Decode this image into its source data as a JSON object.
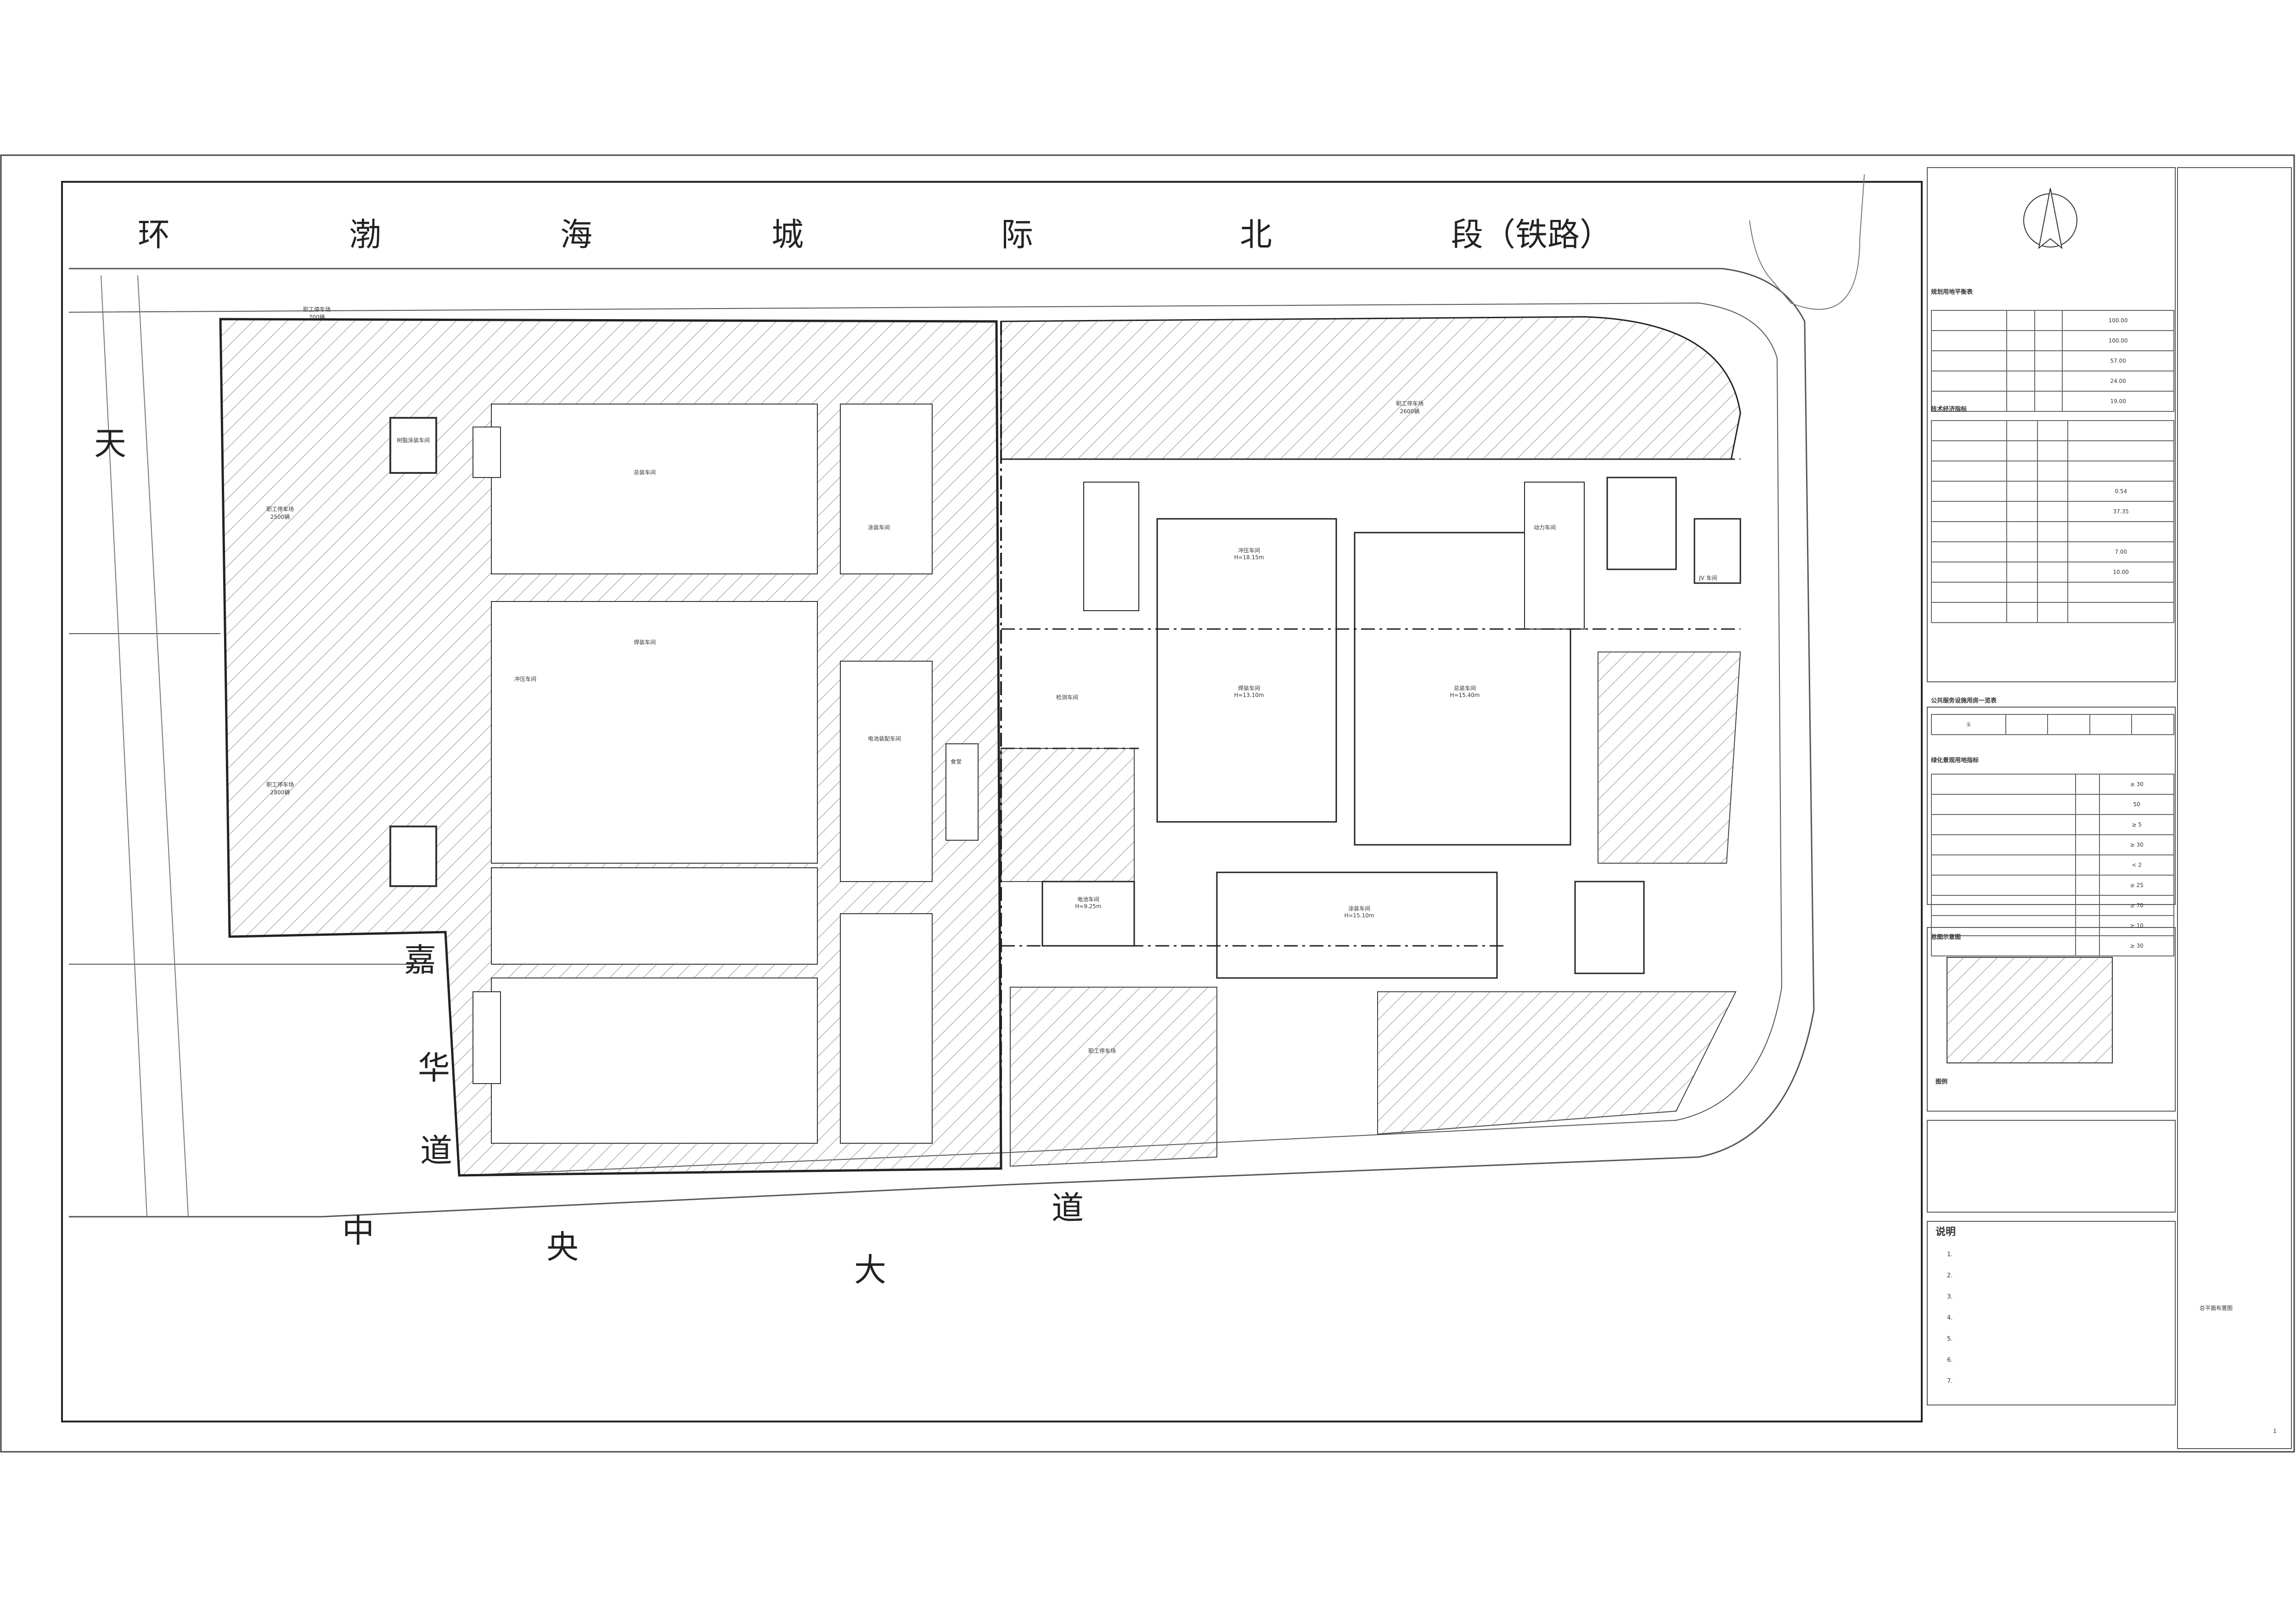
{
  "roads": {
    "railway": {
      "chars": [
        "环",
        "渤",
        "海",
        "城",
        "际",
        "北",
        "段（铁路）"
      ]
    },
    "central_avenue": {
      "chars": [
        "中",
        "央",
        "大",
        "道"
      ]
    },
    "jiahua_road": {
      "chars": [
        "嘉",
        "华",
        "道"
      ]
    },
    "tianjiao": {
      "chars": [
        "天"
      ]
    }
  },
  "buildings": [
    {
      "name": "冲压车间",
      "height": "H=18.15m"
    },
    {
      "name": "焊装车间",
      "height": "H=13.10m"
    },
    {
      "name": "总装车间",
      "height": "H=15.40m"
    },
    {
      "name": "涂装车间",
      "height": "H=15.10m"
    },
    {
      "name": "电池车间",
      "height": "H=9.25m"
    },
    {
      "name": "树脂涂装车间",
      "height": ""
    },
    {
      "name": "总装车间",
      "height": ""
    },
    {
      "name": "焊装车间",
      "height": ""
    },
    {
      "name": "涂装车间",
      "height": ""
    },
    {
      "name": "冲压车间",
      "height": ""
    },
    {
      "name": "电池装配车间",
      "height": ""
    },
    {
      "name": "JV 车间",
      "height": ""
    },
    {
      "name": "职工停车场",
      "height": ""
    },
    {
      "name": "检测车间",
      "height": ""
    },
    {
      "name": "动力车间",
      "height": ""
    },
    {
      "name": "食堂",
      "height": ""
    }
  ],
  "parking": [
    {
      "name": "职工停车场",
      "capacity": "700辆"
    },
    {
      "name": "职工停车场",
      "capacity": "2500辆"
    },
    {
      "name": "职工停车场",
      "capacity": "2800辆"
    },
    {
      "name": "职工停车场",
      "capacity": "2600辆"
    }
  ],
  "tables": {
    "t1": {
      "title": "规划用地平衡表",
      "rows": [
        [
          "",
          "",
          "",
          "100.00"
        ],
        [
          "",
          "",
          "",
          "100.00"
        ],
        [
          "",
          "",
          "",
          "57.00"
        ],
        [
          "",
          "",
          "",
          "24.00"
        ],
        [
          "",
          "",
          "",
          "19.00"
        ]
      ]
    },
    "t2": {
      "title": "技术经济指标",
      "rows": [
        [
          "",
          "",
          "",
          ""
        ],
        [
          "",
          "",
          "",
          ""
        ],
        [
          "",
          "",
          "",
          ""
        ],
        [
          "",
          "",
          "",
          "0.54"
        ],
        [
          "",
          "",
          "",
          "37.35"
        ],
        [
          "",
          "",
          "",
          ""
        ],
        [
          "",
          "",
          "",
          "7.00"
        ],
        [
          "",
          "",
          "",
          "10.00"
        ],
        [
          "",
          "",
          "",
          ""
        ],
        [
          "",
          "",
          "",
          ""
        ]
      ]
    },
    "t3": {
      "title": "公共服务设施用房一览表",
      "rows": [
        [
          "①",
          "",
          "",
          "",
          ""
        ]
      ]
    },
    "t4": {
      "title": "绿化景观用地指标",
      "rows": [
        [
          "",
          "",
          "≥ 30"
        ],
        [
          "",
          "",
          "50"
        ],
        [
          "",
          "",
          "≥ 5"
        ],
        [
          "",
          "",
          "≥ 30"
        ],
        [
          "",
          "",
          "< 2"
        ],
        [
          "",
          "",
          "≥ 25"
        ],
        [
          "",
          "",
          "≥ 70"
        ],
        [
          "",
          "",
          "≥ 10"
        ],
        [
          "",
          "",
          "≥ 30"
        ]
      ]
    }
  },
  "keymap": {
    "title": "总图示意图"
  },
  "legend": {
    "title": "图例"
  },
  "notes": {
    "title": "说明",
    "items": [
      "1.",
      "2.",
      "3.",
      "4.",
      "5.",
      "6.",
      "7."
    ]
  },
  "titleblock": {
    "title": "总平面布置图",
    "sheet": "1"
  },
  "colors": {
    "hatch": "#8a8a8a",
    "line": "#2a2a2a",
    "building": "#ffffff"
  }
}
